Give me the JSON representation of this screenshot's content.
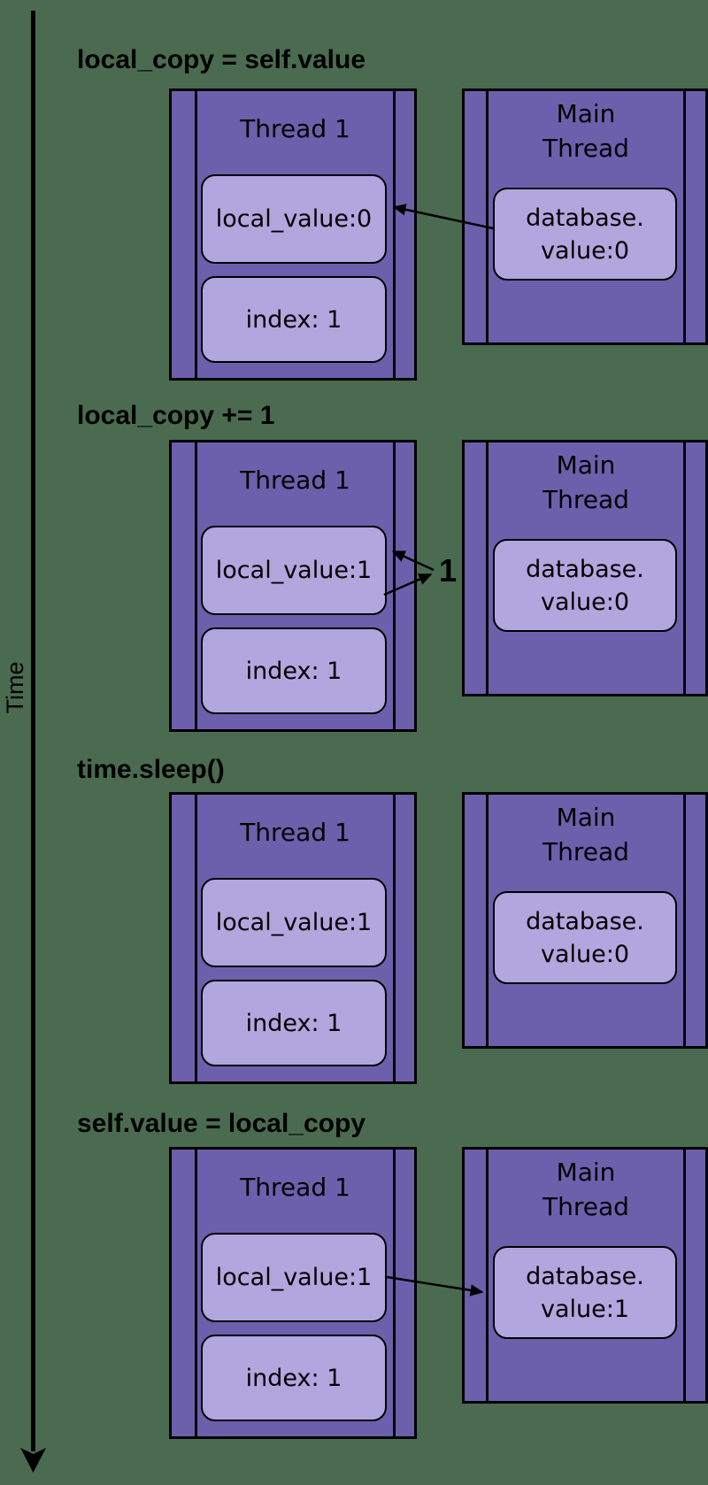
{
  "colors": {
    "background": "#4a6b50",
    "box_fill": "#6c60ac",
    "slot_fill": "#b2a6de",
    "outline": "#000000",
    "text": "#000000"
  },
  "time_axis": {
    "label": "Time"
  },
  "rows": [
    {
      "title": "local_copy = self.value",
      "thread1": {
        "title": "Thread 1",
        "slots": [
          "local_value:0",
          "index: 1"
        ]
      },
      "main": {
        "lines": [
          "Main",
          "Thread"
        ]
      },
      "database": {
        "lines": [
          "database.",
          "value:0"
        ]
      },
      "arrow": "main-thread-to-thread1"
    },
    {
      "title": "local_copy += 1",
      "increment_label": "1",
      "thread1": {
        "title": "Thread 1",
        "slots": [
          "local_value:1",
          "index: 1"
        ]
      },
      "main": {
        "lines": [
          "Main",
          "Thread"
        ]
      },
      "database": {
        "lines": [
          "database.",
          "value:0"
        ]
      },
      "arrow": "increment-loop"
    },
    {
      "title": "time.sleep()",
      "thread1": {
        "title": "Thread 1",
        "slots": [
          "local_value:1",
          "index: 1"
        ]
      },
      "main": {
        "lines": [
          "Main",
          "Thread"
        ]
      },
      "database": {
        "lines": [
          "database.",
          "value:0"
        ]
      },
      "arrow": "none"
    },
    {
      "title": "self.value = local_copy",
      "thread1": {
        "title": "Thread 1",
        "slots": [
          "local_value:1",
          "index: 1"
        ]
      },
      "main": {
        "lines": [
          "Main",
          "Thread"
        ]
      },
      "database": {
        "lines": [
          "database.",
          "value:1"
        ]
      },
      "arrow": "thread1-to-main-thread"
    }
  ]
}
